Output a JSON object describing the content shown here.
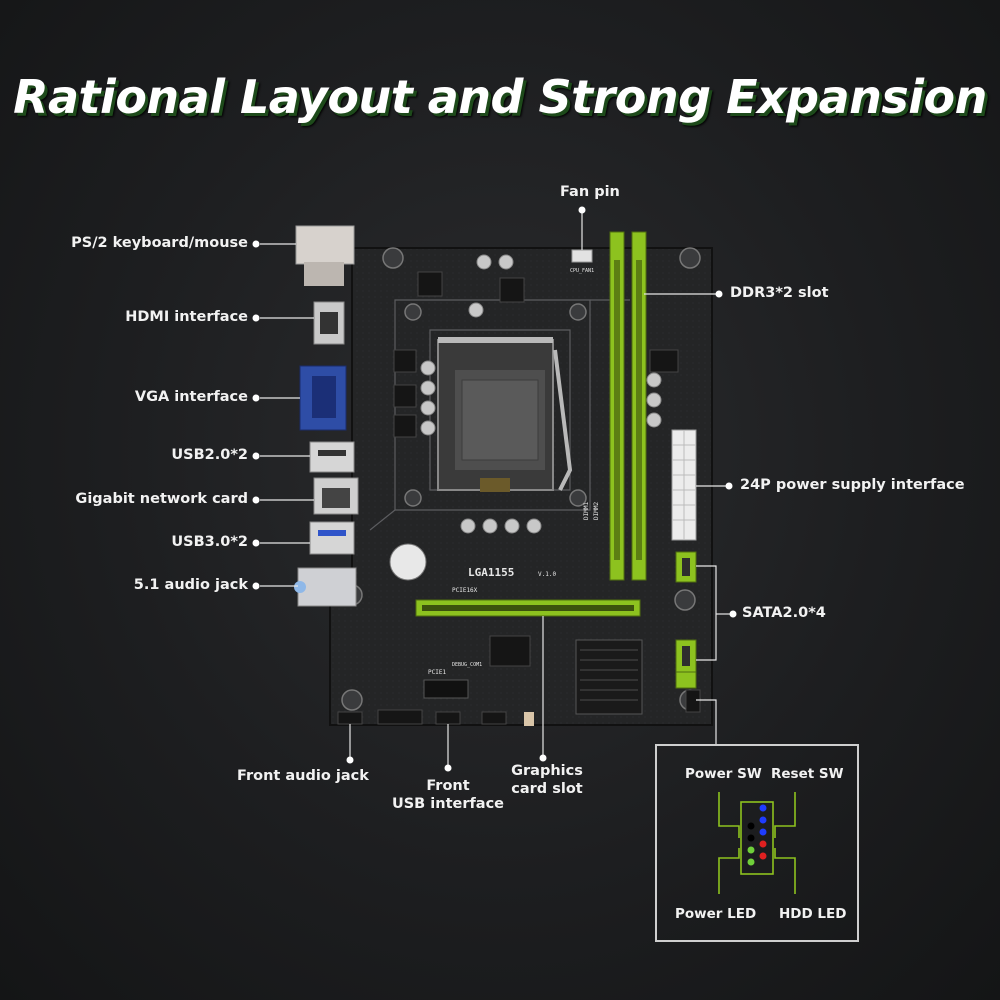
{
  "title": "Rational Layout and Strong Expansion",
  "board": {
    "socket_label": "LGA1155",
    "version_label": "V.1.0",
    "pcie_label": "PCIE16X",
    "pcie1_label": "PCIE1",
    "dimm1_label": "DIMM1",
    "dimm2_label": "DIMM2",
    "cpu_fan_label": "CPU_FAN1",
    "debug_label": "DEBUG_COM1"
  },
  "left_labels": {
    "ps2": "PS/2 keyboard/mouse",
    "hdmi": "HDMI interface",
    "vga": "VGA interface",
    "usb2": "USB2.0*2",
    "lan": "Gigabit network card",
    "usb3": "USB3.0*2",
    "audio": "5.1 audio jack"
  },
  "right_labels": {
    "fan": "Fan pin",
    "ddr3": "DDR3*2 slot",
    "power24": "24P power supply interface",
    "sata": "SATA2.0*4"
  },
  "bottom_labels": {
    "front_audio": "Front audio jack",
    "front_usb_line1": "Front",
    "front_usb_line2": "USB interface",
    "graphics_line1": "Graphics",
    "graphics_line2": "card slot"
  },
  "panel_header": {
    "power_sw": "Power SW",
    "reset_sw": "Reset SW",
    "power_led": "Power LED",
    "hdd_led": "HDD LED"
  },
  "colors": {
    "accent_green": "#8dc21f",
    "board": "#242526",
    "pin_blue": "#1f3cff",
    "pin_red": "#e02020",
    "pin_green": "#6fcf3a",
    "pin_black": "#000000"
  }
}
